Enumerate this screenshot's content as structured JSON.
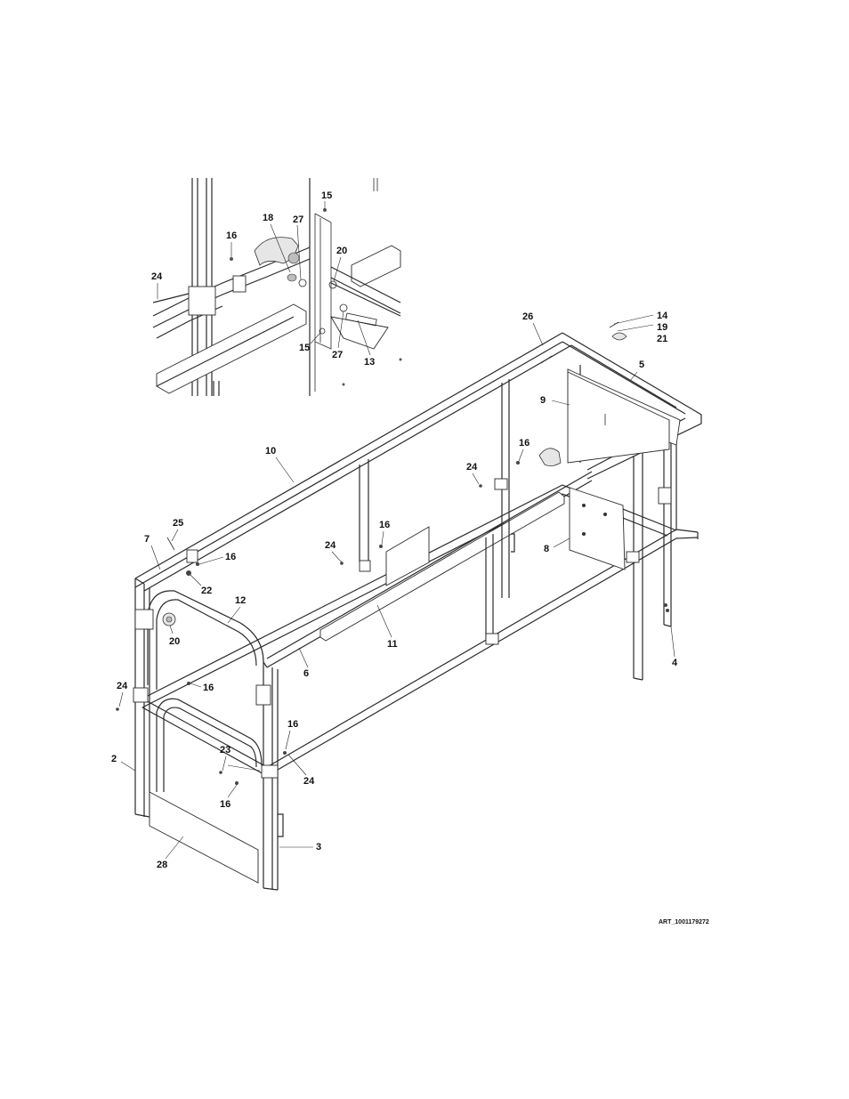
{
  "figure": {
    "art_id": "ART_1001179272",
    "callouts": {
      "c15a": "15",
      "c27a": "27",
      "c18": "18",
      "c16a": "16",
      "c20a": "20",
      "c24a": "24",
      "c15b": "15",
      "c27b": "27",
      "c13": "13",
      "c26": "26",
      "c14": "14",
      "c19": "19",
      "c21": "21",
      "c5": "5",
      "c9": "9",
      "c10": "10",
      "c16b": "16",
      "c24b": "24",
      "c16c": "16",
      "c24c": "24",
      "c25": "25",
      "c7": "7",
      "c16d": "16",
      "c22": "22",
      "c8": "8",
      "c12": "12",
      "c20b": "20",
      "c11": "11",
      "c6": "6",
      "c4": "4",
      "c24d": "24",
      "c16e": "16",
      "c16f": "16",
      "c23": "23",
      "c24e": "24",
      "c2": "2",
      "c16g": "16",
      "c3": "3",
      "c28": "28"
    }
  }
}
